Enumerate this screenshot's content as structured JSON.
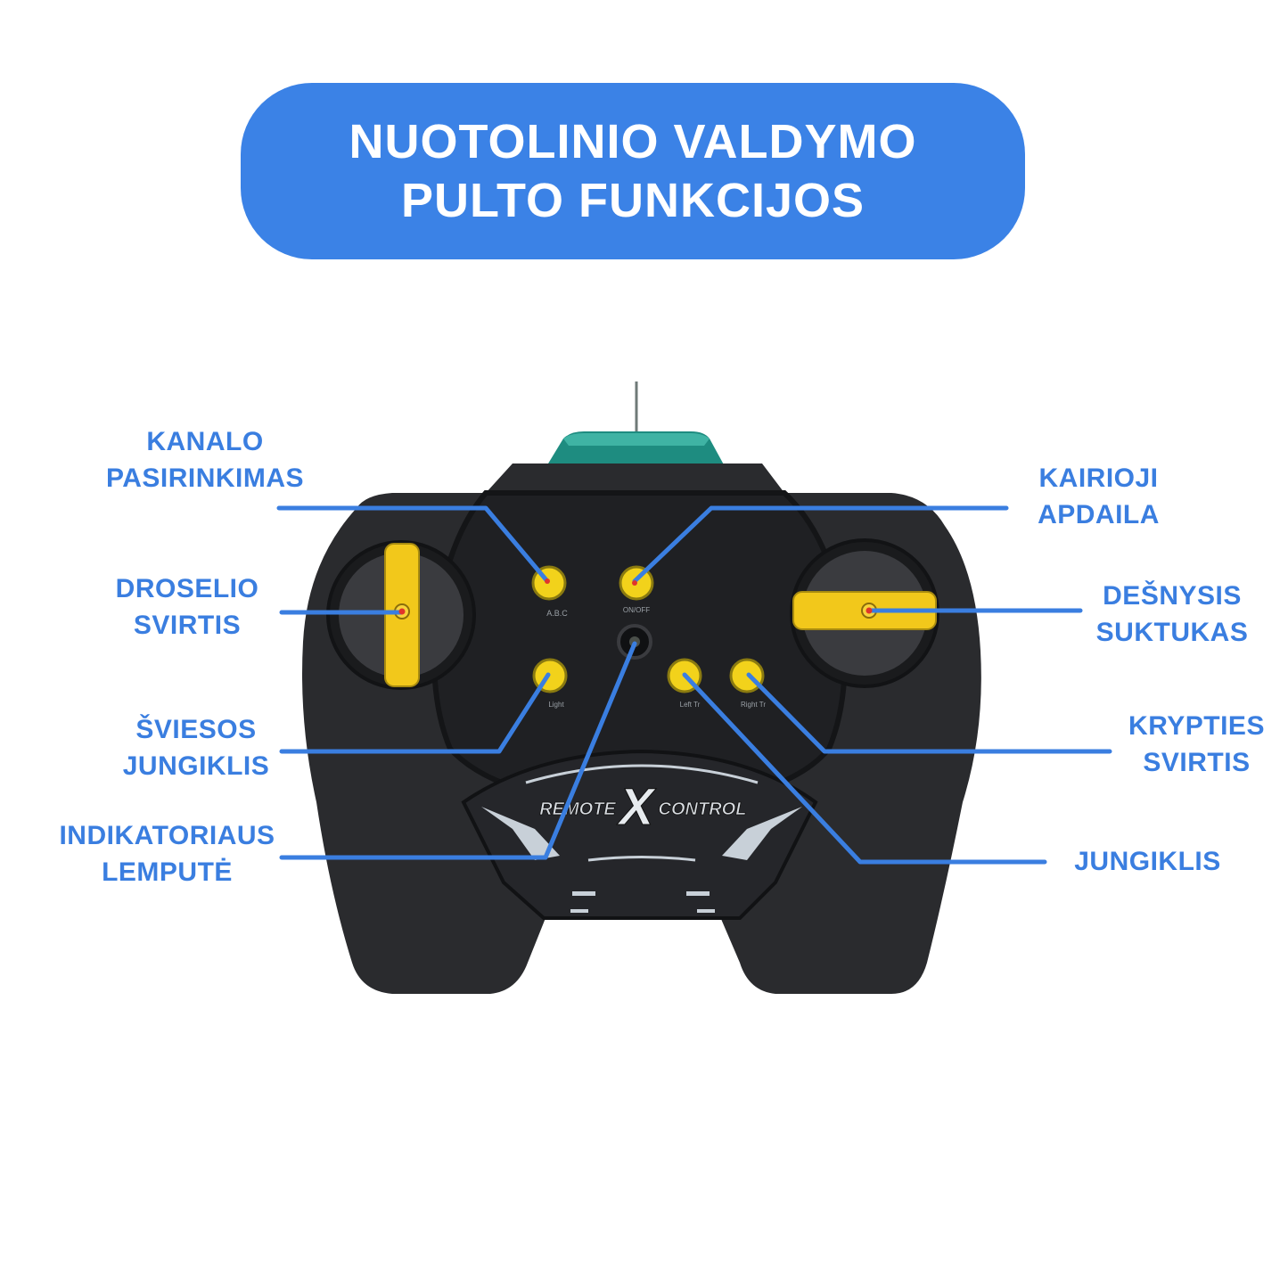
{
  "title": {
    "line1": "NUOTOLINIO VALDYMO",
    "line2": "PULTO FUNKCIJOS"
  },
  "colors": {
    "title_bg": "#3b82e6",
    "label_text": "#3a7ee0",
    "leader_line": "#3a7ee0",
    "controller_body": "#2a2b2e",
    "button_yellow": "#f2d21b",
    "antenna_cap": "#1e8c80"
  },
  "controller": {
    "brand_left": "REMOTE",
    "brand_right": "CONTROL",
    "brand_x": "X",
    "button_labels": {
      "channel": "A.B.C",
      "onoff": "ON/OFF",
      "light": "Light",
      "left_trim": "Left Tr",
      "right_trim": "Right Tr"
    }
  },
  "labels": {
    "channel_select": {
      "line1": "KANALO",
      "line2": "PASIRINKIMAS"
    },
    "throttle": {
      "line1": "DROSELIO",
      "line2": "SVIRTIS"
    },
    "light_switch": {
      "line1": "ŠVIESOS",
      "line2": "JUNGIKLIS"
    },
    "indicator": {
      "line1": "INDIKATORIAUS",
      "line2": "LEMPUTĖ"
    },
    "left_trim": {
      "line1": "KAIRIOJI",
      "line2": "APDAILA"
    },
    "right_rotor": {
      "line1": "DEŠNYSIS",
      "line2": "SUKTUKAS"
    },
    "direction": {
      "line1": "KRYPTIES",
      "line2": "SVIRTIS"
    },
    "power_switch": {
      "line1": "JUNGIKLIS"
    }
  }
}
